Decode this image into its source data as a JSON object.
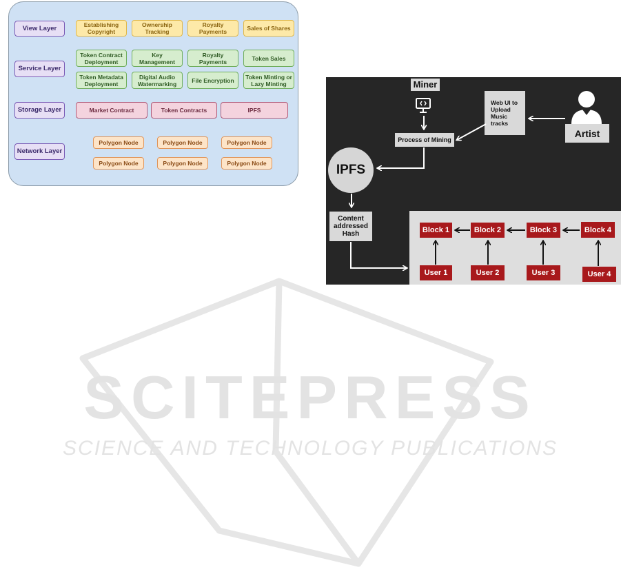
{
  "watermark": {
    "title": "SCITEPRESS",
    "subtitle": "SCIENCE AND TECHNOLOGY PUBLICATIONS"
  },
  "architecture": {
    "layers": [
      {
        "label": "View Layer",
        "items": [
          "Establishing Copyright",
          "Ownership Tracking",
          "Royalty Payments",
          "Sales of Shares"
        ]
      },
      {
        "label": "Service Layer",
        "items": [
          "Token Contract Deployment",
          "Key Management",
          "Royalty Payments",
          "Token Sales",
          "Token Metadata Deployment",
          "Digital Audio Watermarking",
          "File Encryption",
          "Token Minting or Lazy Minting"
        ]
      },
      {
        "label": "Storage Layer",
        "items": [
          "Market Contract",
          "Token Contracts",
          "IPFS"
        ]
      },
      {
        "label": "Network Layer",
        "items": [
          "Polygon Node",
          "Polygon Node",
          "Polygon Node",
          "Polygon Node",
          "Polygon Node",
          "Polygon Node"
        ]
      }
    ]
  },
  "flow": {
    "miner": "Miner",
    "process": "Process of Mining",
    "web_ui": "Web UI to Upload Music tracks",
    "artist": "Artist",
    "ipfs": "IPFS",
    "hash": "Content addressed Hash",
    "blocks": [
      "Block 1",
      "Block 2",
      "Block 3",
      "Block 4"
    ],
    "users": [
      "User 1",
      "User 2",
      "User 3",
      "User 4"
    ],
    "colors": {
      "dark_bg": "#262626",
      "block_red": "#a8191c",
      "panel_gray": "#dedede"
    }
  }
}
